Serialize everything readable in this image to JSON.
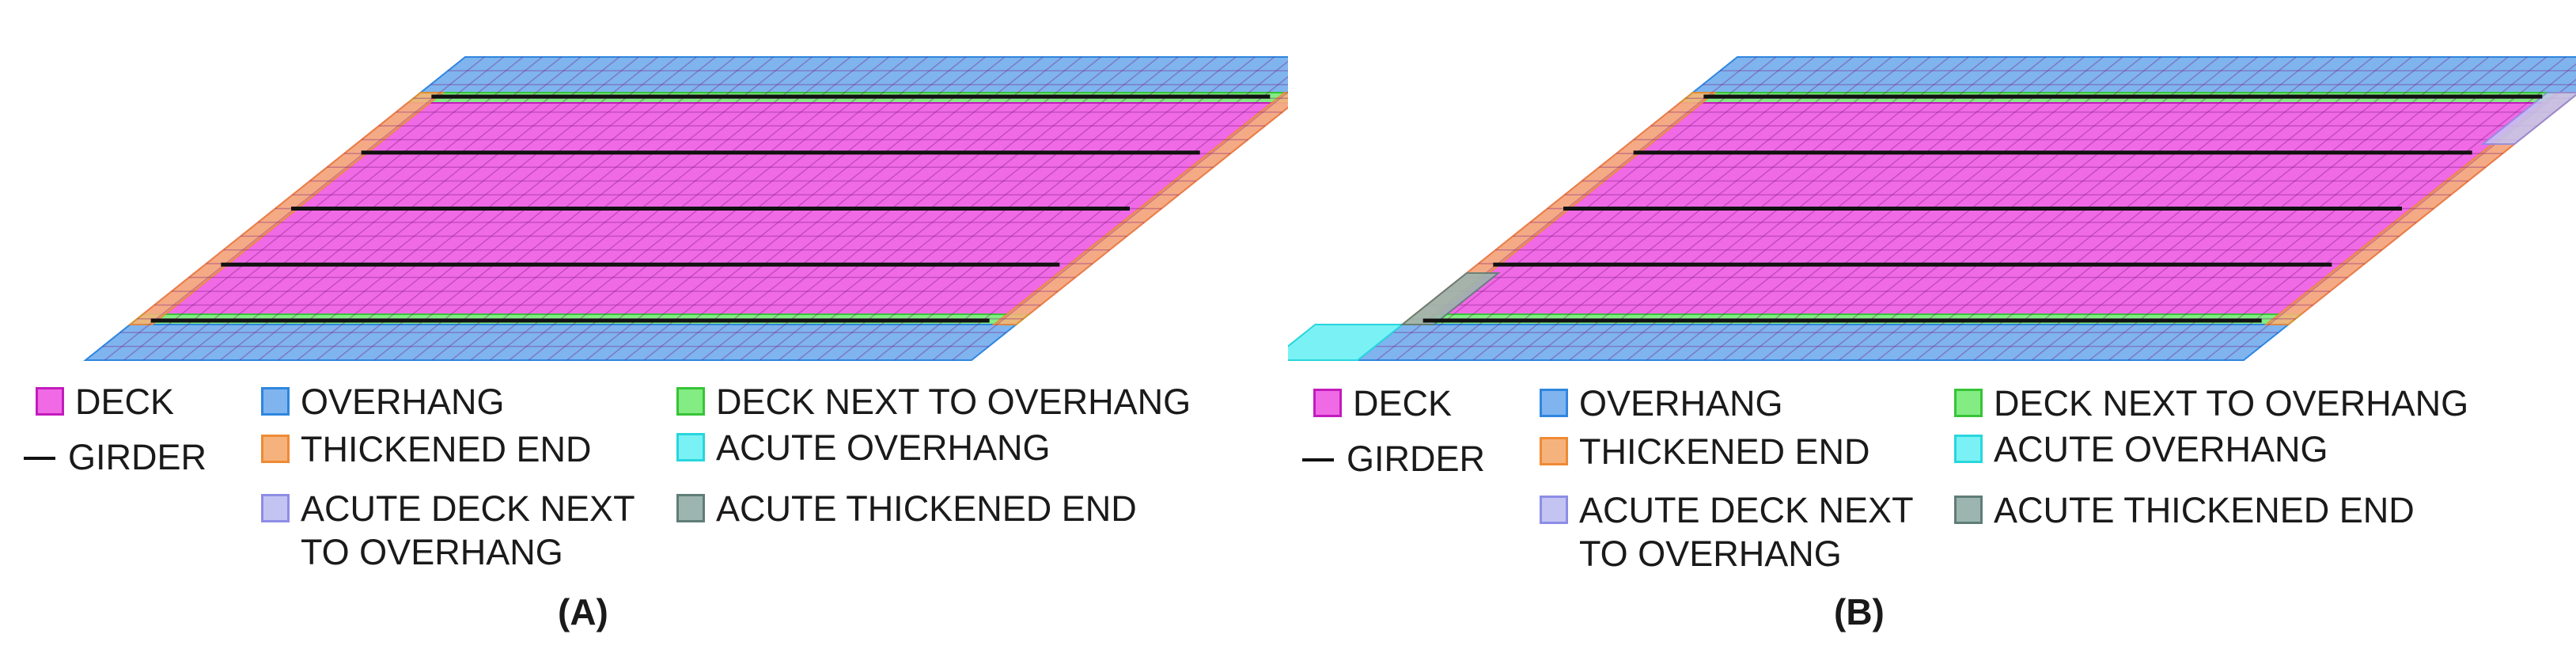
{
  "panels": [
    {
      "id": "A",
      "caption": "(A)",
      "acute_regions": false
    },
    {
      "id": "B",
      "caption": "(B)",
      "acute_regions": true
    }
  ],
  "legend": {
    "deck": "DECK",
    "girder": "GIRDER",
    "overhang": "OVERHANG",
    "thickened_end": "THICKENED END",
    "acute_deck_next_to_overhang_line1": "ACUTE DECK NEXT",
    "acute_deck_next_to_overhang_line2": "TO OVERHANG",
    "deck_next_to_overhang": "DECK NEXT TO OVERHANG",
    "acute_overhang": "ACUTE OVERHANG",
    "acute_thickened_end": "ACUTE THICKENED END"
  },
  "colors": {
    "deck_fill": "#f06ae6",
    "deck_line": "#c21cbd",
    "overhang_fill": "#7fb4ef",
    "overhang_line": "#2f86df",
    "thickened_end_fill": "#f6b27c",
    "thickened_end_line": "#ef8a34",
    "deck_next_to_overhang_fill": "#83ec83",
    "deck_next_to_overhang_line": "#37c437",
    "acute_overhang_fill": "#7af2f5",
    "acute_overhang_line": "#28d6dd",
    "acute_deck_next_to_overhang_fill": "#c4c4f3",
    "acute_deck_next_to_overhang_line": "#8d8de6",
    "acute_thickened_end_fill": "#9db5af",
    "acute_thickened_end_line": "#5f7d77",
    "girder": "#111111"
  },
  "girder_count": 5
}
